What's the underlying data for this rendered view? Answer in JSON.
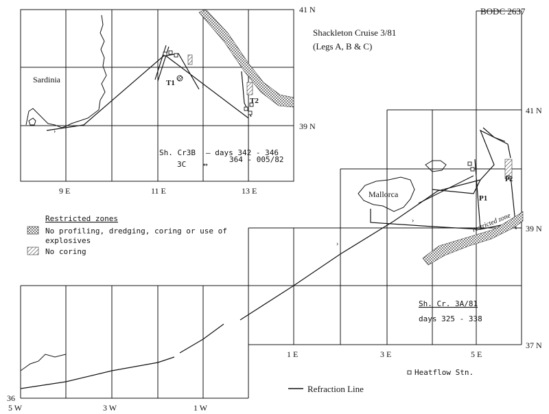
{
  "header": {
    "code": "BODC 2637",
    "cruise_title": "Shackleton Cruise 3/81",
    "cruise_legs": "(Legs A, B & C)"
  },
  "inset": {
    "place": "Sardinia",
    "lat_labels": [
      "41 N",
      "39 N"
    ],
    "lon_labels": [
      "9 E",
      "11 E",
      "13 E"
    ],
    "station_t1": "T1",
    "station_t2": "T2",
    "leg_code_b": "Sh. Cr3B",
    "leg_days_b": "— days 342 - 346",
    "leg_code_c": "3C",
    "leg_days_c": "364 - 005/82"
  },
  "main": {
    "place": "Mallorca",
    "station_p1": "P1",
    "station_p2": "P2",
    "zone_label": "restricted zone",
    "lat_labels": [
      "41 N",
      "39 N",
      "37 N",
      "36"
    ],
    "lon_labels_e": [
      "1 E",
      "3 E",
      "5 E"
    ],
    "lon_labels_w": [
      "5 W",
      "3 W",
      "1 W"
    ],
    "leg_code_a": "Sh. Cr. 3A/81",
    "leg_days_a": "days 325 - 338"
  },
  "legend": {
    "title": "Restricted zones",
    "item1_line1": "No profiling, dredging, coring or use of",
    "item1_line2": "explosives",
    "item2": "No coring",
    "heatflow": "Heatflow Stn.",
    "refraction": "Refraction Line"
  }
}
